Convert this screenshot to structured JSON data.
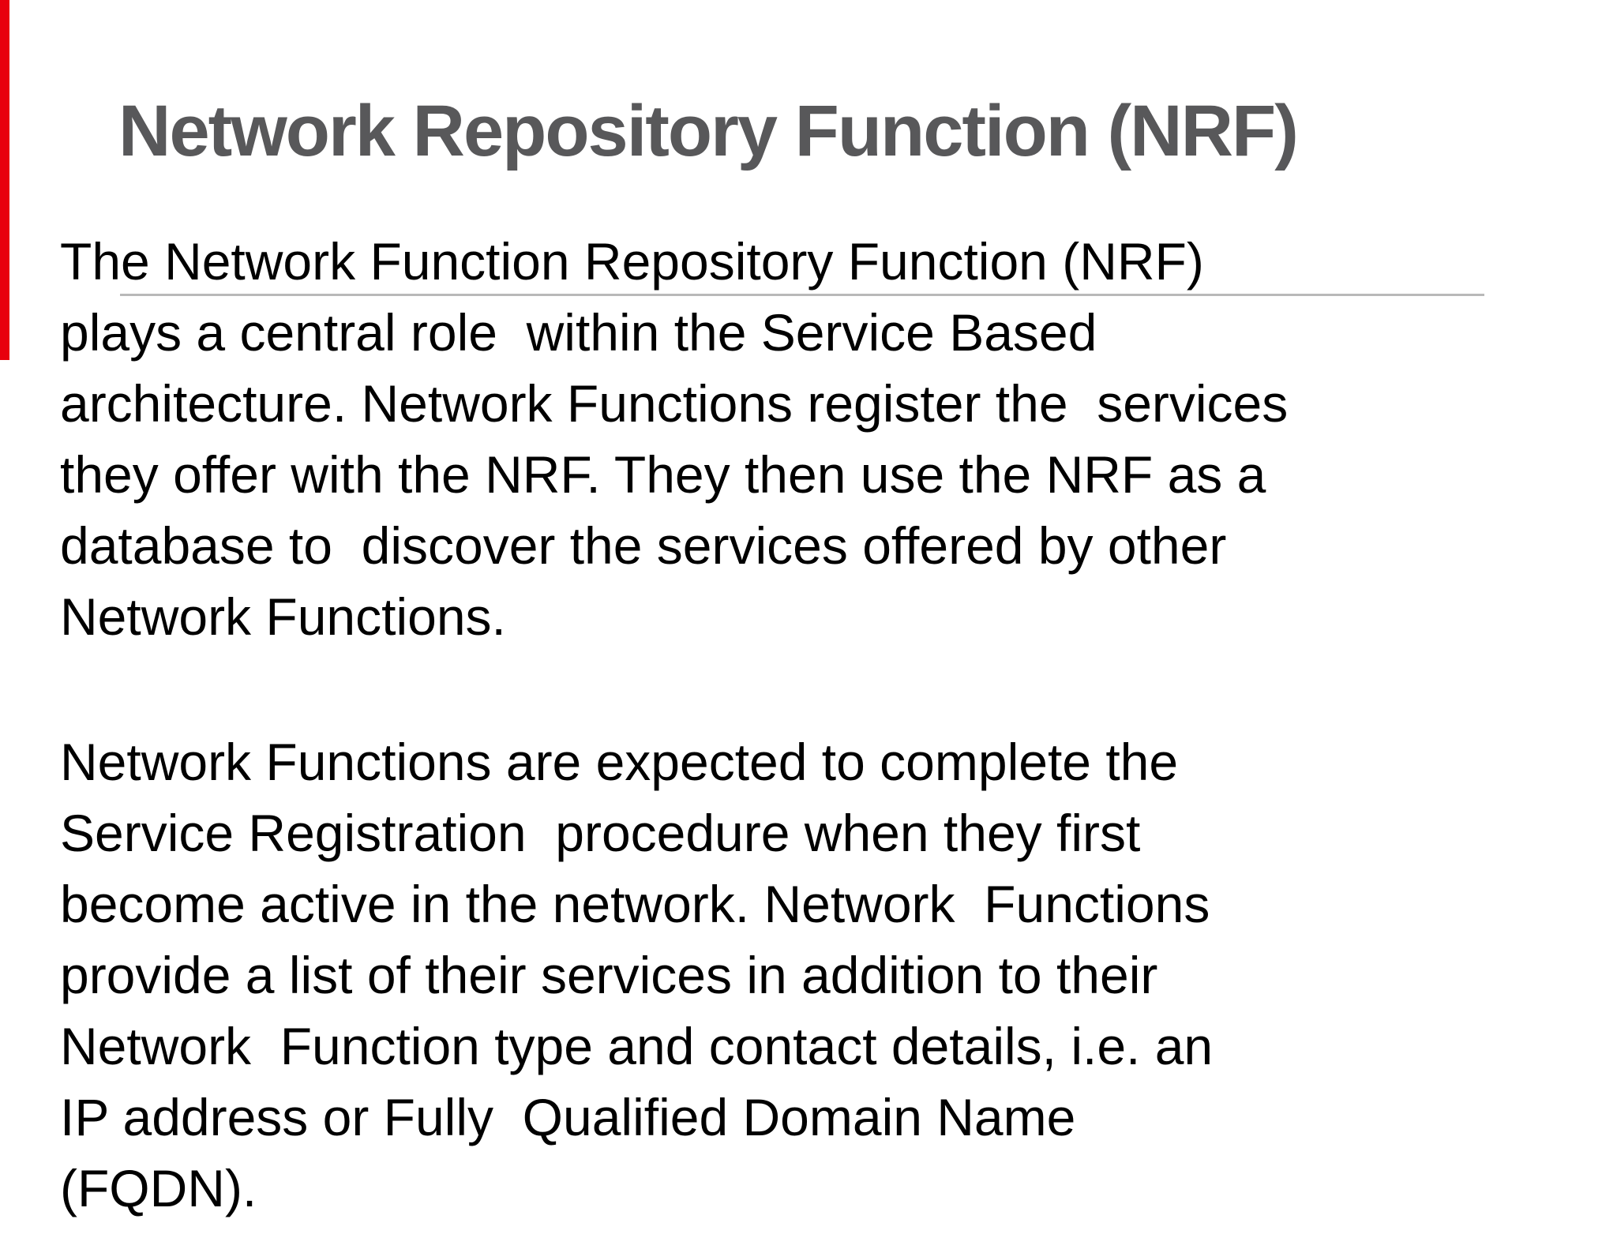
{
  "slide": {
    "title": "Network Repository Function (NRF)",
    "accent_bar_color": "#e8000d",
    "title_color": "#58585a",
    "body_color": "#000000",
    "underline_color": "#b9b9b9",
    "paragraph1_lines": [
      "The Network Function Repository Function (NRF)",
      "plays a central role  within the Service Based",
      "architecture. Network Functions register the  services",
      "they offer with the NRF. They then use the NRF as a",
      "database to  discover the services offered by other",
      "Network Functions."
    ],
    "paragraph2_lines": [
      "Network Functions are expected to complete the",
      "Service Registration  procedure when they first",
      "become active in the network. Network  Functions",
      "provide a list of their services in addition to their",
      "Network  Function type and contact details, i.e. an",
      "IP address or Fully  Qualified Domain Name",
      "(FQDN)."
    ]
  }
}
